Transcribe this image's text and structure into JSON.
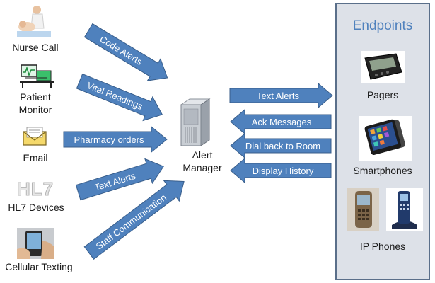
{
  "colors": {
    "arrow_fill": "#4f81bd",
    "arrow_stroke": "#385d8a",
    "panel_fill": "#dde1e8",
    "panel_border": "#5a6f8a",
    "title_color": "#4f81bd"
  },
  "sources": [
    {
      "label": "Nurse Call",
      "icon": "nurse-photo"
    },
    {
      "label": "Patient\nMonitor",
      "icon": "monitor-bed-icon"
    },
    {
      "label": "Email",
      "icon": "envelope-icon"
    },
    {
      "label": "HL7 Devices",
      "icon": "hl7-logo",
      "logo_text": "HL7"
    },
    {
      "label": "Cellular Texting",
      "icon": "phone-in-hand-photo"
    }
  ],
  "inbound_arrows": [
    {
      "label": "Code Alerts"
    },
    {
      "label": "Vital Readings"
    },
    {
      "label": "Pharmacy orders"
    },
    {
      "label": "Text Alerts"
    },
    {
      "label": "Staff Communication"
    }
  ],
  "center": {
    "label": "Alert\nManager",
    "icon": "server-icon"
  },
  "endpoint_arrows": [
    {
      "label": "Text Alerts",
      "direction": "outbound"
    },
    {
      "label": "Ack Messages",
      "direction": "inbound"
    },
    {
      "label": "Dial back to Room",
      "direction": "inbound"
    },
    {
      "label": "Display History",
      "direction": "inbound"
    }
  ],
  "endpoints": {
    "title": "Endpoints",
    "items": [
      {
        "label": "Pagers",
        "icon": "pager-icon"
      },
      {
        "label": "Smartphones",
        "icon": "smartphone-icon"
      },
      {
        "label": "IP Phones",
        "icon": "ip-phone-icon"
      }
    ]
  }
}
